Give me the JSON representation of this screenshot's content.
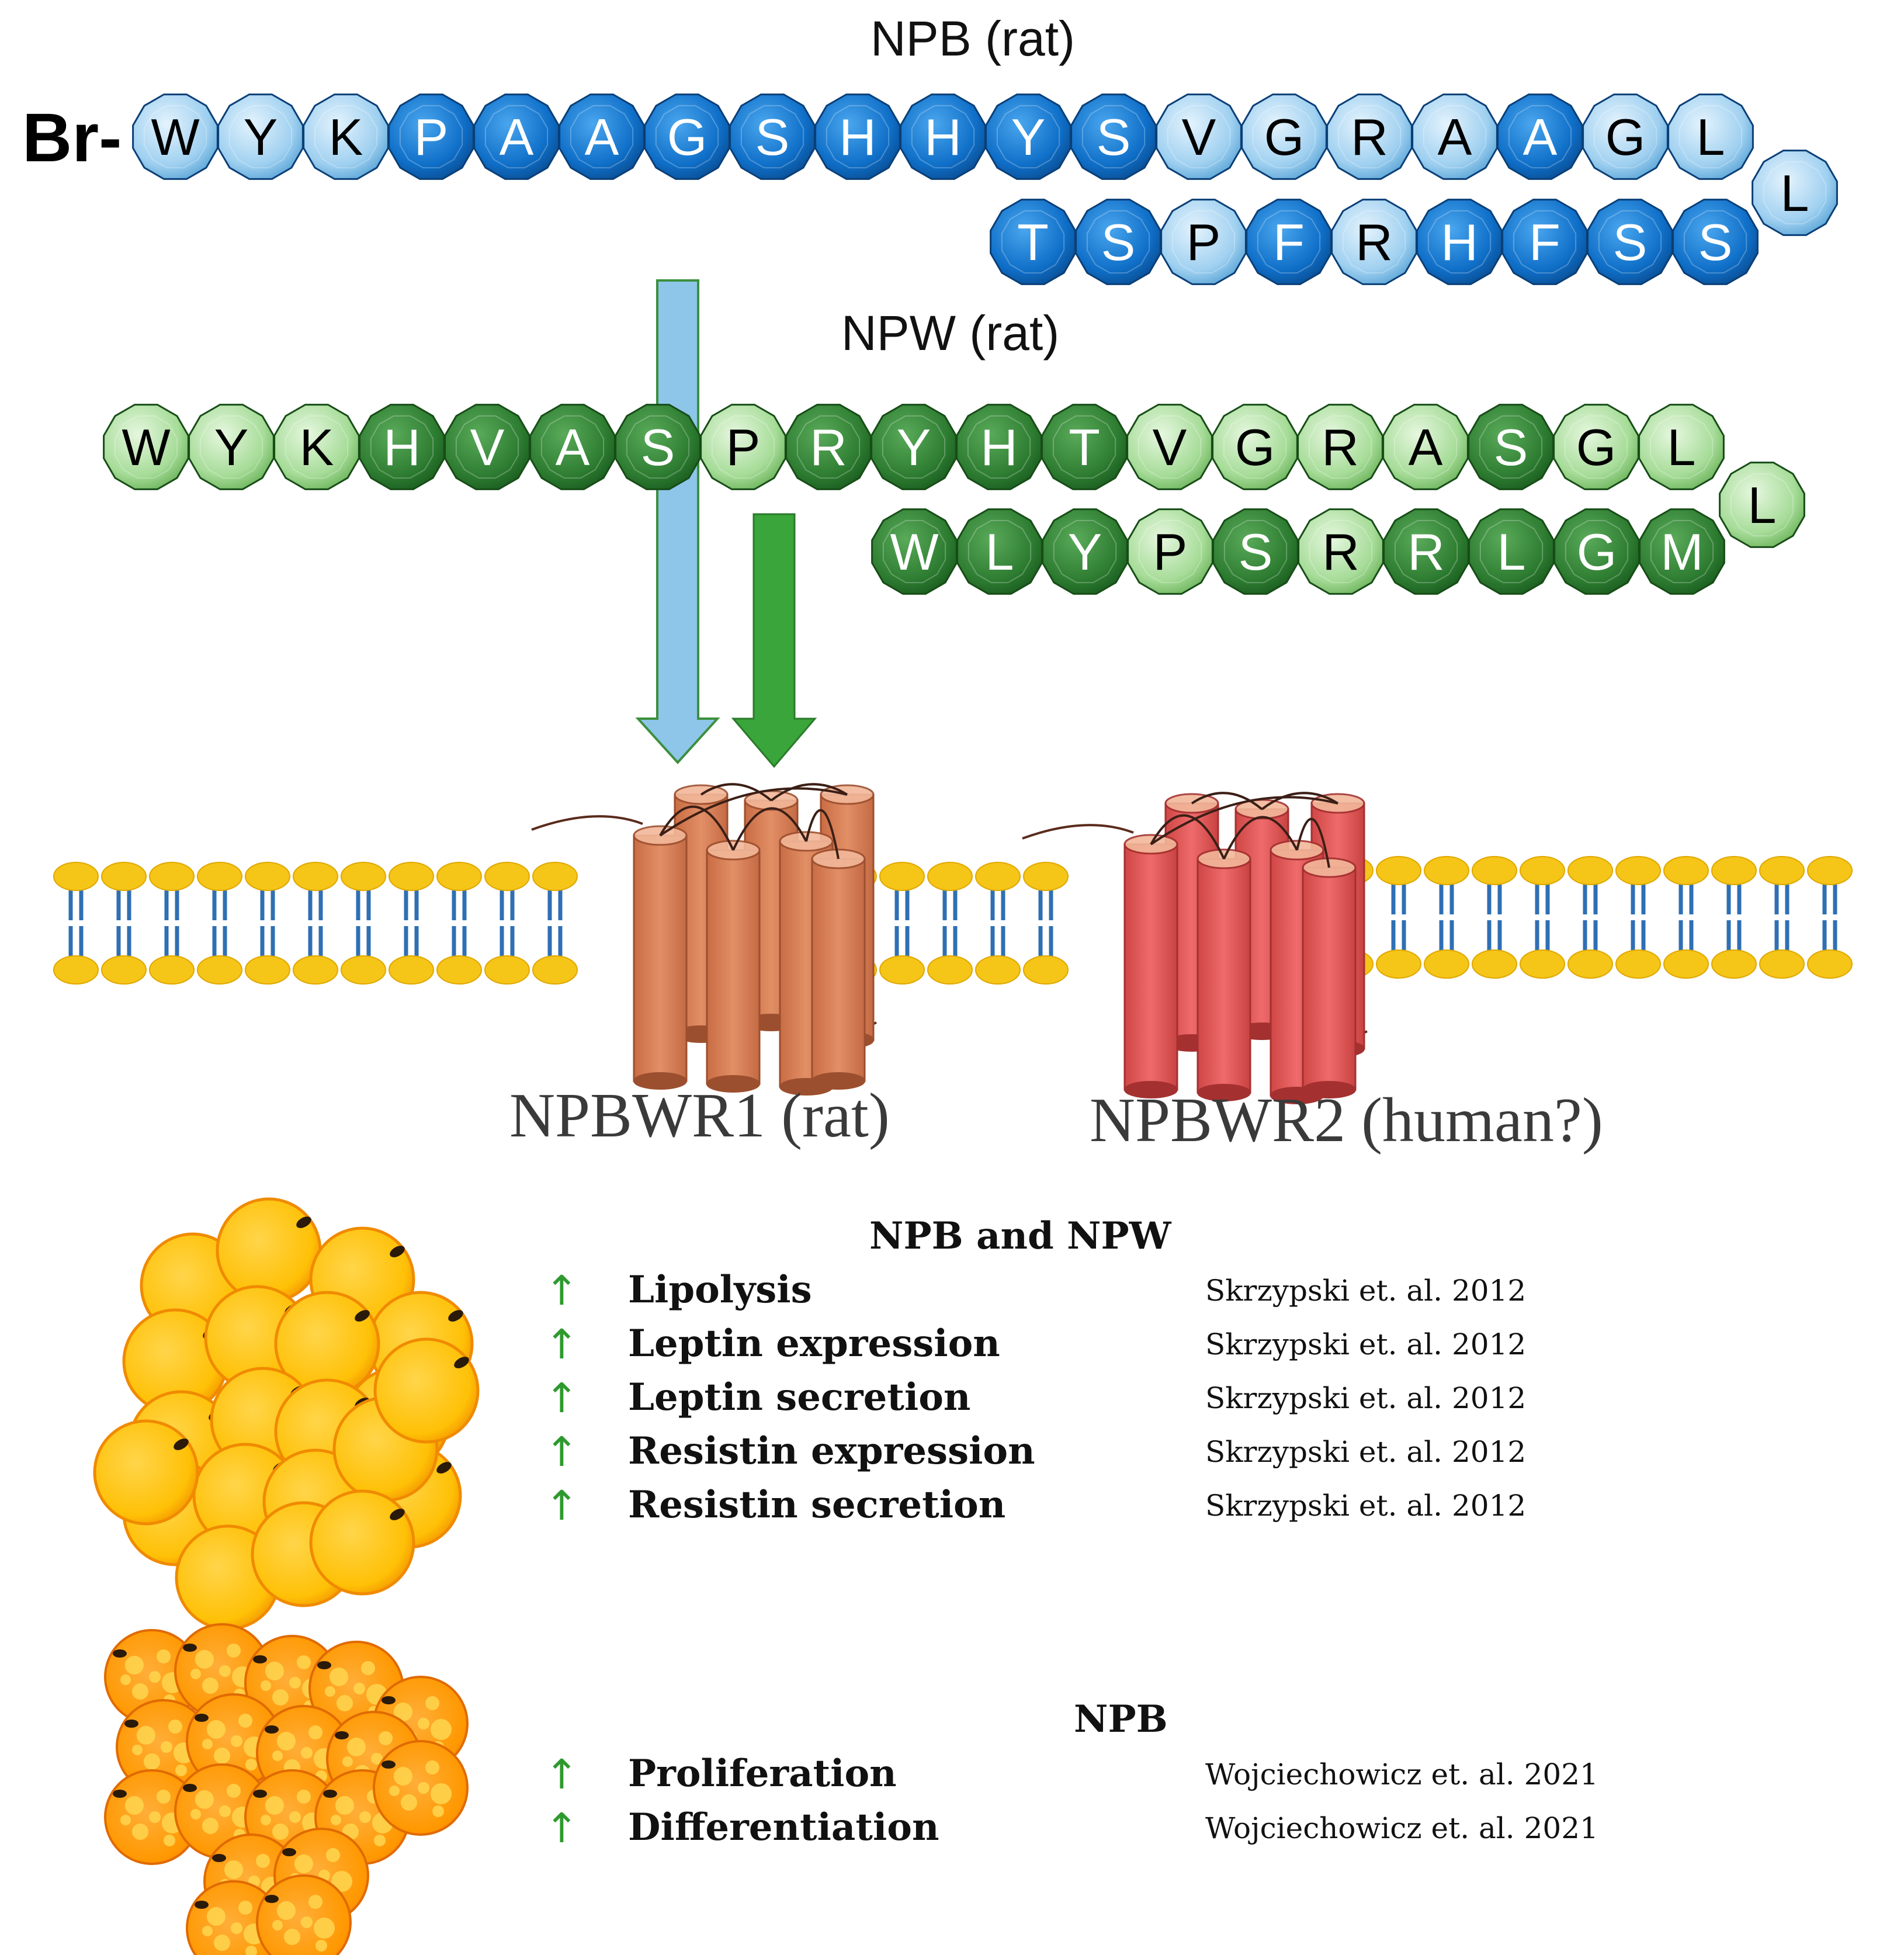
{
  "npb": {
    "title": "NPB (rat)",
    "prefix": "Br-",
    "row1": [
      "W",
      "Y",
      "K",
      "P",
      "A",
      "A",
      "G",
      "S",
      "H",
      "H",
      "Y",
      "S",
      "V",
      "G",
      "R",
      "A",
      "A",
      "G",
      "L"
    ],
    "row1_shade": [
      "l",
      "l",
      "l",
      "d",
      "d",
      "d",
      "d",
      "d",
      "d",
      "d",
      "d",
      "d",
      "l",
      "l",
      "l",
      "l",
      "d",
      "l",
      "l"
    ],
    "turn": [
      "L"
    ],
    "turn_shade": [
      "l"
    ],
    "row2": [
      "T",
      "S",
      "P",
      "F",
      "R",
      "H",
      "F",
      "S",
      "S"
    ],
    "row2_shade": [
      "d",
      "d",
      "l",
      "d",
      "l",
      "d",
      "d",
      "d",
      "d"
    ]
  },
  "npw": {
    "title": "NPW (rat)",
    "row1": [
      "W",
      "Y",
      "K",
      "H",
      "V",
      "A",
      "S",
      "P",
      "R",
      "Y",
      "H",
      "T",
      "V",
      "G",
      "R",
      "A",
      "S",
      "G",
      "L"
    ],
    "row1_shade": [
      "l",
      "l",
      "l",
      "d",
      "d",
      "d",
      "d",
      "l",
      "d",
      "d",
      "d",
      "d",
      "l",
      "l",
      "l",
      "l",
      "d",
      "l",
      "l"
    ],
    "turn": [
      "L"
    ],
    "turn_shade": [
      "l"
    ],
    "row2": [
      "W",
      "L",
      "Y",
      "P",
      "S",
      "R",
      "R",
      "L",
      "G",
      "M"
    ],
    "row2_shade": [
      "d",
      "d",
      "d",
      "l",
      "d",
      "l",
      "d",
      "d",
      "d",
      "d"
    ]
  },
  "receptors": {
    "r1": "NPBWR1 (rat)",
    "r2": "NPBWR2 (human?)"
  },
  "sections": [
    {
      "title": "NPB and NPW",
      "arrow": "↑",
      "rows": [
        {
          "effect": "Lipolysis",
          "ref": "Skrzypski et. al. 2012"
        },
        {
          "effect": "Leptin expression",
          "ref": "Skrzypski et. al. 2012"
        },
        {
          "effect": "Leptin secretion",
          "ref": "Skrzypski et. al. 2012"
        },
        {
          "effect": "Resistin expression",
          "ref": "Skrzypski et. al. 2012"
        },
        {
          "effect": "Resistin secretion",
          "ref": "Skrzypski et. al. 2012"
        }
      ]
    },
    {
      "title": "NPB",
      "arrow": "↑",
      "rows": [
        {
          "effect": "Proliferation",
          "ref": "Wojciechowicz et. al. 2021"
        },
        {
          "effect": "Differentiation",
          "ref": "Wojciechowicz et. al. 2021"
        }
      ]
    }
  ],
  "colors": {
    "npb_dark": "#0f6fc8",
    "npb_light": "#9fd0f0",
    "npw_dark": "#2e7d32",
    "npw_light": "#a6dc98",
    "arrow_blue": "#8ec6ea",
    "arrow_green": "#3aa53a",
    "receptor1": "#d8825a",
    "receptor2": "#e05858",
    "lipid_head": "#f5c518",
    "lipid_tail": "#2f6fb4",
    "adipocyte": "#ffc107",
    "preadipocyte": "#ff9800",
    "effect_arrow": "#2e9a2e"
  }
}
